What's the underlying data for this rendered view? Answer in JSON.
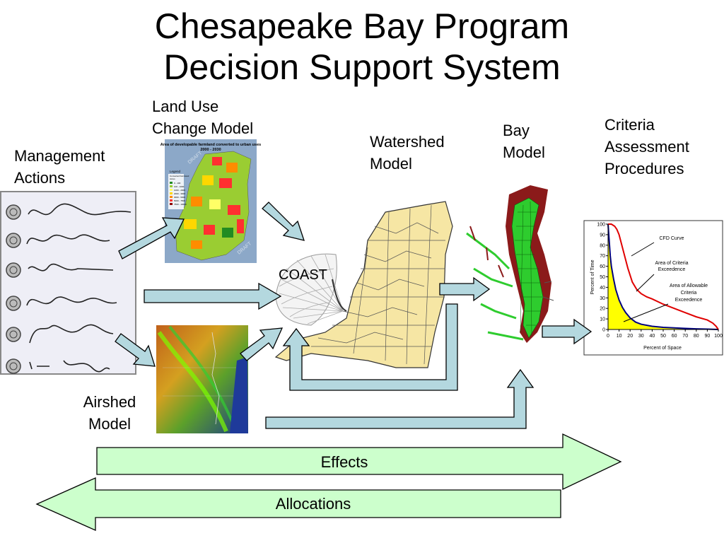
{
  "title": {
    "line1": "Chesapeake Bay Program",
    "line2": "Decision Support System"
  },
  "labels": {
    "land_use_line1": "Land Use",
    "land_use_line2": "Change Model",
    "management_line1": "Management",
    "management_line2": "Actions",
    "watershed_line1": "Watershed",
    "watershed_line2": "Model",
    "bay_line1": "Bay",
    "bay_line2": "Model",
    "criteria_line1": "Criteria",
    "criteria_line2": "Assessment",
    "criteria_line3": "Procedures",
    "coast": "COAST",
    "airshed_line1": "Airshed",
    "airshed_line2": "Model"
  },
  "arrows": {
    "effects": "Effects",
    "allocations": "Allocations"
  },
  "land_use_map": {
    "title_line1": "Area of developable farmland converted to urban uses",
    "title_line2": "2000 - 2030",
    "legend_title": "Legend",
    "legend_sub1": "Converted Farmland",
    "legend_sub2": "Acres",
    "legend_items": [
      "0 - 100",
      "100 - 1000",
      "1000 - 2000",
      "2000 - 3000",
      "3000 - 5000",
      "5000 - 7500",
      "7500 - 10000"
    ],
    "watermark": "DRAFT"
  },
  "colors": {
    "arrow_fill": "#b4d8df",
    "big_arrow_fill": "#ccffcc",
    "cfd_curve": "#e00000",
    "allowable_fill": "#ffff00",
    "allowable_line": "#000080",
    "watershed_fill": "#f6e6a4",
    "bay_fill": "#2ecc2e",
    "bay_land": "#8b1a1a"
  },
  "chart_data": {
    "type": "line",
    "xlabel": "Percent of Space",
    "ylabel": "Percent of Time",
    "xlim": [
      0,
      100
    ],
    "ylim": [
      0,
      100
    ],
    "xticks": [
      0,
      10,
      20,
      30,
      40,
      50,
      60,
      70,
      80,
      90,
      100
    ],
    "yticks": [
      0,
      10,
      20,
      30,
      40,
      50,
      60,
      70,
      80,
      90,
      100
    ],
    "annotations": [
      "CFD Curve",
      "Area of Criteria Exceedence",
      "Area of Allowable Criteria Exceedence"
    ],
    "series": [
      {
        "role": "cfd",
        "x": [
          0,
          3,
          6,
          8,
          10,
          12,
          15,
          18,
          22,
          26,
          30,
          35,
          40,
          50,
          60,
          70,
          80,
          90,
          95,
          98,
          100
        ],
        "y": [
          100,
          100,
          98,
          95,
          90,
          82,
          70,
          58,
          45,
          38,
          34,
          31,
          29,
          24,
          20,
          16,
          12,
          9,
          6,
          3,
          0
        ]
      },
      {
        "role": "allowable",
        "x": [
          0,
          1,
          2,
          3,
          5,
          7,
          10,
          13,
          16,
          20,
          25,
          30,
          40,
          50,
          60,
          70,
          80,
          90,
          100
        ],
        "y": [
          100,
          85,
          70,
          60,
          48,
          38,
          28,
          21,
          16,
          11,
          7,
          5,
          3,
          2,
          1.5,
          1,
          0.6,
          0.3,
          0
        ]
      }
    ]
  }
}
